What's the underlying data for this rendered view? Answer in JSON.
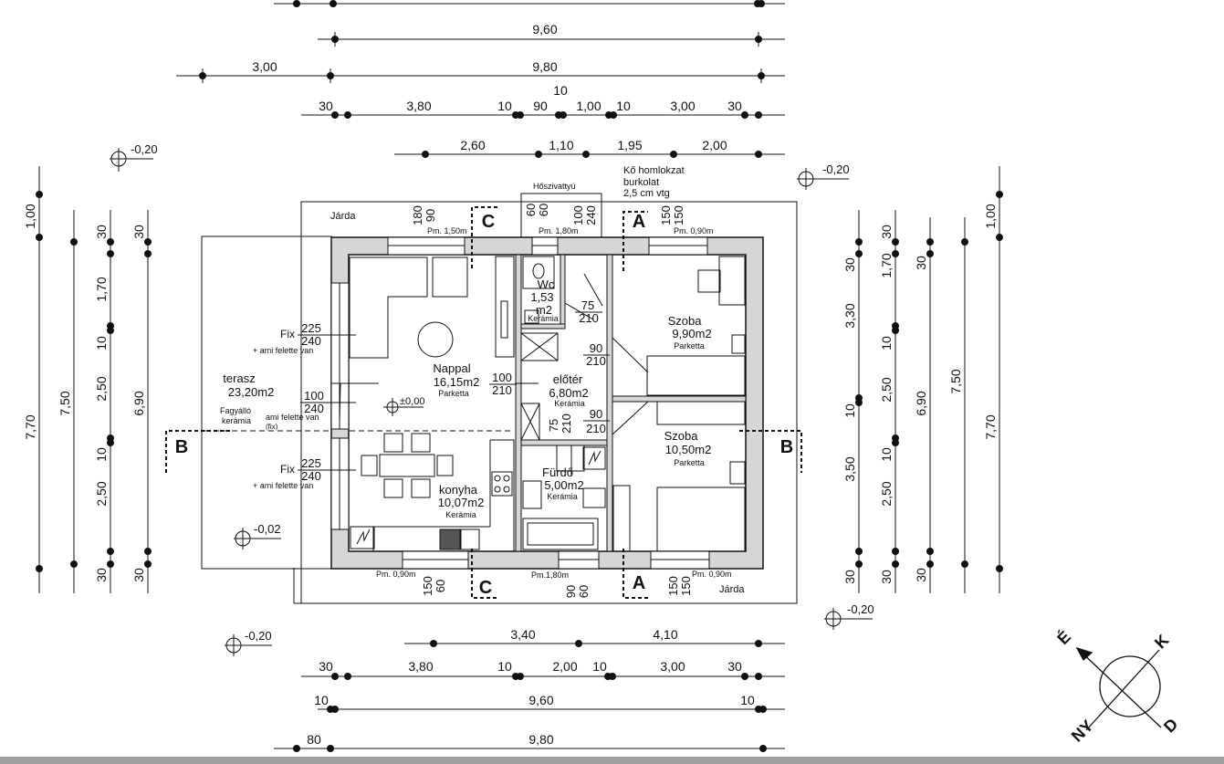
{
  "top_dims": {
    "row1": [
      "9,60"
    ],
    "row2": [
      "3,00",
      "9,80"
    ],
    "row3_mid": "10",
    "row3": [
      "30",
      "3,80",
      "10",
      "90",
      "1,00",
      "10",
      "3,00",
      "30"
    ],
    "row4": [
      "2,60",
      "1,10",
      "1,95",
      "2,00"
    ]
  },
  "bottom_dims": {
    "row1": [
      "3,40",
      "4,10"
    ],
    "row2": [
      "30",
      "3,80",
      "10",
      "2,00",
      "10",
      "3,00",
      "30"
    ],
    "row3": [
      "10",
      "9,60",
      "10"
    ],
    "row4": [
      "80",
      "9,80"
    ]
  },
  "left_dims": {
    "outer": [
      "1,00",
      "7,70"
    ],
    "mid": [
      "7,50"
    ],
    "inner": [
      "30",
      "1,70",
      "10",
      "2,50",
      "10",
      "2,50",
      "30"
    ],
    "innermost": [
      "30",
      "6,90",
      "30"
    ]
  },
  "right_dims": {
    "inner": [
      "30",
      "3,30",
      "10",
      "3,50",
      "30"
    ],
    "inner2": [
      "30",
      "1,70",
      "10",
      "2,50",
      "10",
      "2,50",
      "30"
    ],
    "inner3": [
      "30",
      "6,90",
      "30"
    ],
    "mid": [
      "7,50"
    ],
    "outer": [
      "1,00",
      "7,70"
    ]
  },
  "levels": [
    "-0,20",
    "-0,20",
    "-0,20",
    "-0,20",
    "±0,00",
    "-0,02"
  ],
  "section_marks": [
    "A",
    "A",
    "B",
    "B",
    "C",
    "C"
  ],
  "rooms": [
    {
      "name": "Nappal",
      "area": "16,15m2",
      "floor": "Parketta"
    },
    {
      "name": "előtér",
      "area": "6,80m2",
      "floor": "Kerámia"
    },
    {
      "name": "Szoba",
      "area": "9,90m2",
      "floor": "Parketta"
    },
    {
      "name": "Szoba",
      "area": "10,50m2",
      "floor": "Parketta"
    },
    {
      "name": "konyha",
      "area": "10,07m2",
      "floor": "Kerámia"
    },
    {
      "name": "Fürdő",
      "area": "5,00m2",
      "floor": "Kerámia"
    },
    {
      "name": "Wc",
      "area": "1,53",
      "area2": "m2",
      "floor": "Kerámia"
    },
    {
      "name": "terasz",
      "area": "23,20m2",
      "floor": "Fagyálló",
      "floor2": "kerámia"
    }
  ],
  "labels": {
    "jarda": "Járda",
    "hoszivattyu": "Hőszivattyú",
    "ko_homlokzat": [
      "Kő homlokzat",
      "burkolat",
      "2,5 cm vtg"
    ],
    "fix": "Fix",
    "ami_felette": "+ ami felette van",
    "ami_felette_fix": [
      "ami felette van",
      "(fix)"
    ],
    "pm": [
      "Pm. 1,50m",
      "Pm. 1,80m",
      "Pm. 0,90m",
      "Pm. 0,90m",
      "Pm.1,80m",
      "Pm. 0,90m"
    ]
  },
  "openings": {
    "w1": [
      "225",
      "240"
    ],
    "w2": [
      "100",
      "240"
    ],
    "w3": [
      "225",
      "240"
    ],
    "d1": [
      "100",
      "210"
    ],
    "d2": [
      "75",
      "210"
    ],
    "d3": [
      "90",
      "210"
    ],
    "d4": [
      "90",
      "210"
    ],
    "d5": [
      "75",
      "210"
    ],
    "top_w": [
      "180",
      "90",
      "60",
      "60",
      "100",
      "240",
      "150",
      "150"
    ],
    "bottom_w": [
      "150",
      "60",
      "90",
      "60",
      "150",
      "150"
    ]
  },
  "compass": {
    "north": "É",
    "east": "K",
    "south": "D",
    "west": "NY"
  }
}
